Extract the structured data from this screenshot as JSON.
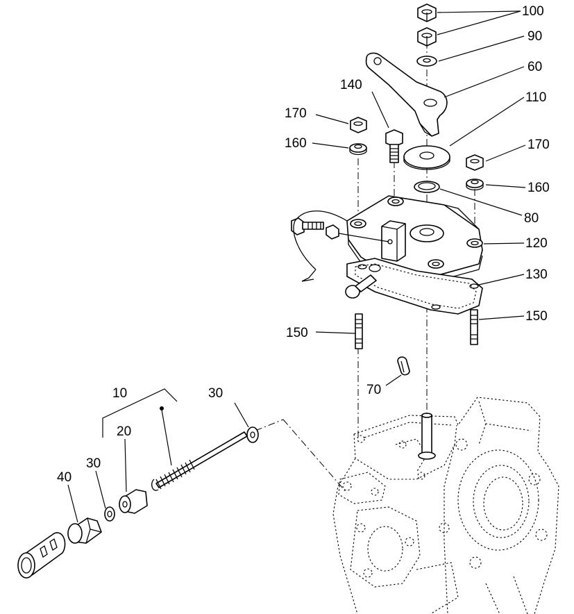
{
  "callouts": [
    {
      "id": "c100",
      "text": "100"
    },
    {
      "id": "c90",
      "text": "90"
    },
    {
      "id": "c60",
      "text": "60"
    },
    {
      "id": "c140",
      "text": "140"
    },
    {
      "id": "c110",
      "text": "110"
    },
    {
      "id": "c170a",
      "text": "170"
    },
    {
      "id": "c160a",
      "text": "160"
    },
    {
      "id": "c170b",
      "text": "170"
    },
    {
      "id": "c160b",
      "text": "160"
    },
    {
      "id": "c80",
      "text": "80"
    },
    {
      "id": "c120",
      "text": "120"
    },
    {
      "id": "c130",
      "text": "130"
    },
    {
      "id": "c150a",
      "text": "150"
    },
    {
      "id": "c150b",
      "text": "150"
    },
    {
      "id": "c70",
      "text": "70"
    },
    {
      "id": "c10",
      "text": "10"
    },
    {
      "id": "c30a",
      "text": "30"
    },
    {
      "id": "c20",
      "text": "20"
    },
    {
      "id": "c30b",
      "text": "30"
    },
    {
      "id": "c40",
      "text": "40"
    }
  ]
}
